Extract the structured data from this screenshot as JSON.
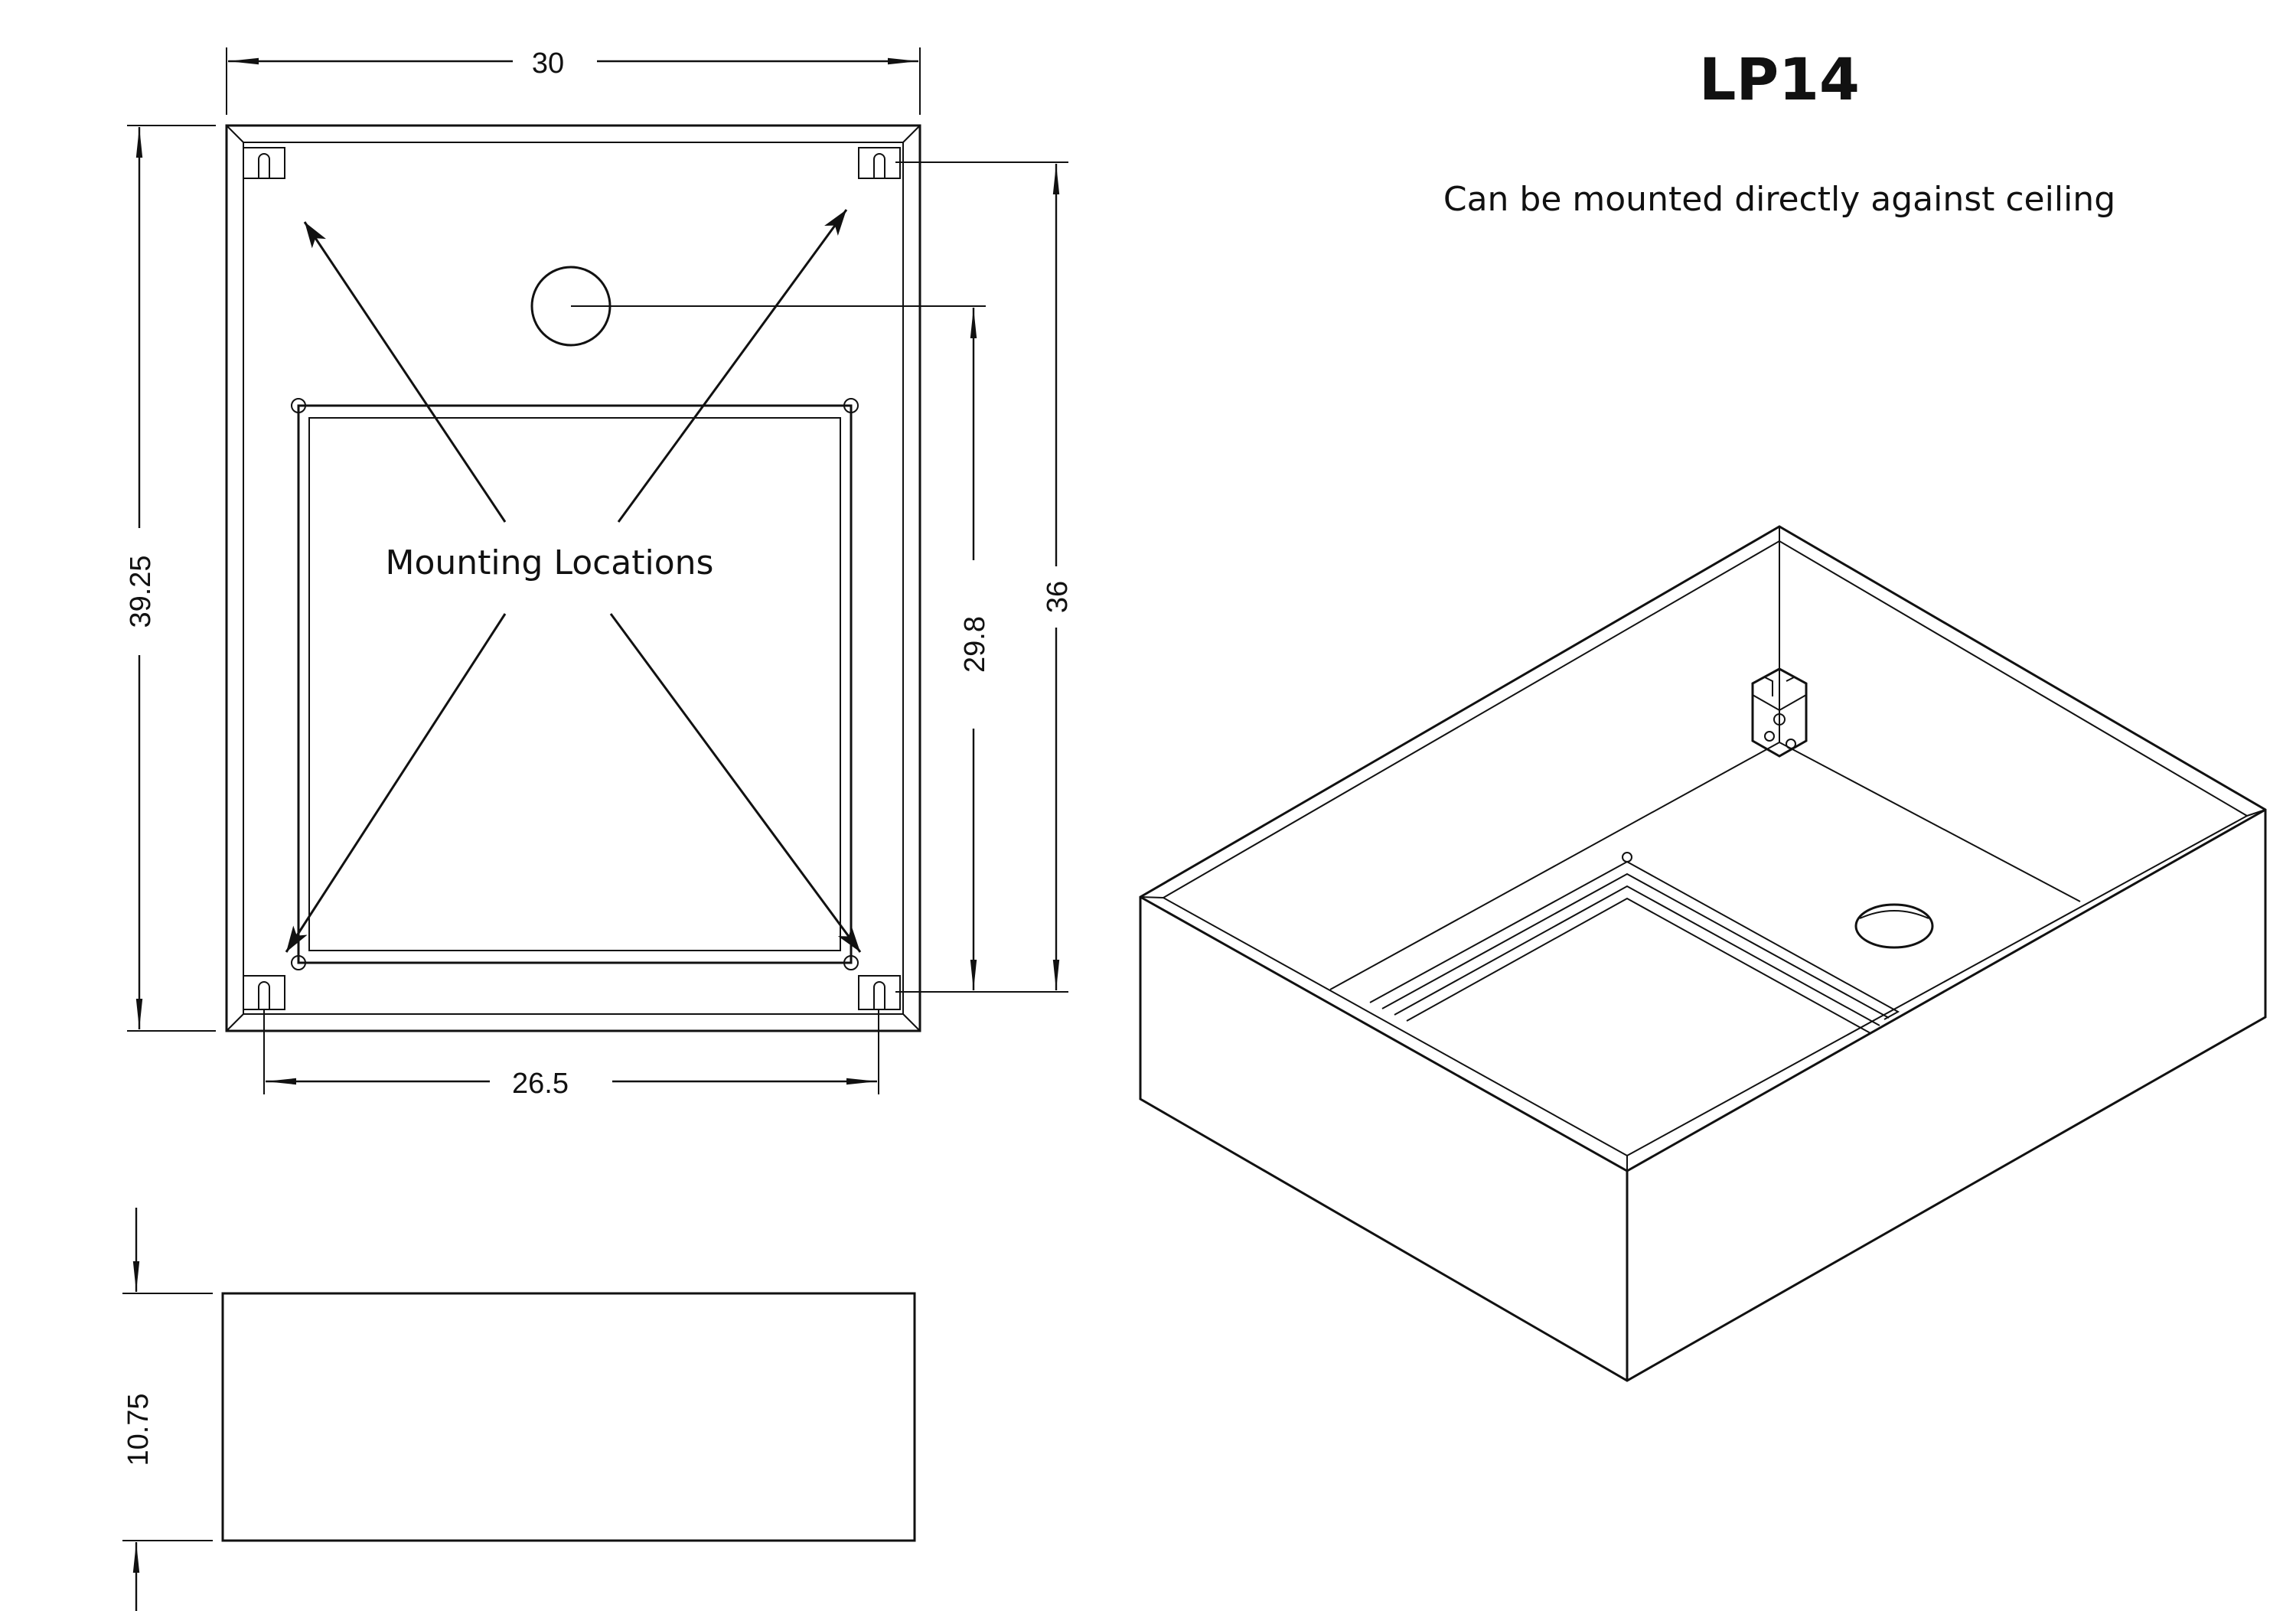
{
  "header": {
    "title": "LP14",
    "subtitle": "Can be mounted directly against ceiling"
  },
  "plan_view": {
    "note": "Mounting Locations",
    "dims": {
      "width": "30",
      "height": "39.25",
      "hole_spacing_x": "26.5",
      "hole_spacing_y": "36",
      "knockout_offset": "29.8"
    }
  },
  "side_view": {
    "dims": {
      "depth": "10.75"
    }
  },
  "colors": {
    "line": "#111111",
    "background": "#ffffff"
  }
}
